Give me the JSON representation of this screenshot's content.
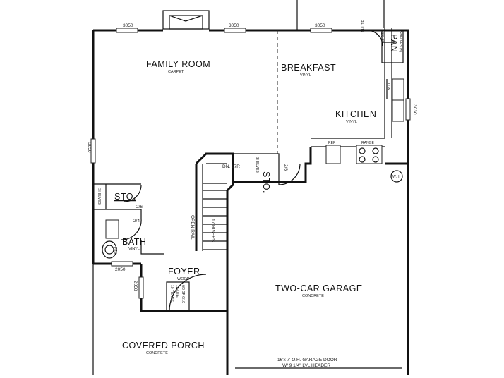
{
  "rooms": {
    "family_room": {
      "name": "FAMILY ROOM",
      "material": "CARPET"
    },
    "breakfast": {
      "name": "BREAKFAST",
      "material": "VINYL"
    },
    "kitchen": {
      "name": "KITCHEN",
      "material": "VINYL"
    },
    "foyer": {
      "name": "FOYER",
      "material": "WOOD"
    },
    "bath": {
      "name": "BATH",
      "material": "VINYL"
    },
    "two_car_garage": {
      "name": "TWO-CAR GARAGE",
      "material": "CONCRETE"
    },
    "covered_porch": {
      "name": "COVERED PORCH",
      "material": "CONCRETE"
    },
    "storage_1": {
      "name": "STO."
    },
    "storage_2": {
      "name": "STO."
    },
    "pantry": {
      "name": "PAN"
    }
  },
  "labels": {
    "window_top_1": "3050",
    "window_top_2": "3050",
    "window_top_3": "3050",
    "window_left": "3050",
    "window_bath": "2050",
    "door_foyer": "2050",
    "window_right": "3030",
    "door_sto1": "2/6",
    "door_sto2": "2/6",
    "door_bath": "2/4",
    "dn": "DN. 17R",
    "open_rail": "OPEN RAIL",
    "risers": "17 RISERS",
    "shelves_sto1": "SHELVES",
    "shelves_sto2": "SHELVES",
    "shelves_pan": "SHELVES (5)",
    "lite": "14-LITE",
    "dim_28": "2/8 ST",
    "ref": "REF",
    "range": "RANGE",
    "dw": "D.W.",
    "wh": "W.H.",
    "vsink": "PED",
    "door_1": "10 TRANS.",
    "door_2": "12-LITE",
    "door_3": "6/0 SF 6/10",
    "garage_door": "16'x 7' O.H. GARAGE DOOR",
    "garage_header": "W/ 9 1/4\" LVL HEADER"
  }
}
